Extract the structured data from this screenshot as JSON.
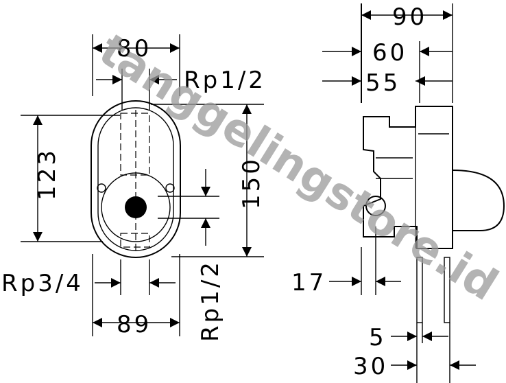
{
  "front_view": {
    "width_top": "80",
    "inlet_top": "Rp1/2",
    "height_inner": "123",
    "height_outer": "150",
    "outlet_side": "Rp1/2",
    "inlet_left": "Rp3/4",
    "width_bottom": "89"
  },
  "side_view": {
    "depth_total": "90",
    "depth_min": "60",
    "depth_face": "55",
    "offset_17": "17",
    "offset_5": "5",
    "extension_30": "30"
  },
  "watermark": "tanggelingstore.id"
}
